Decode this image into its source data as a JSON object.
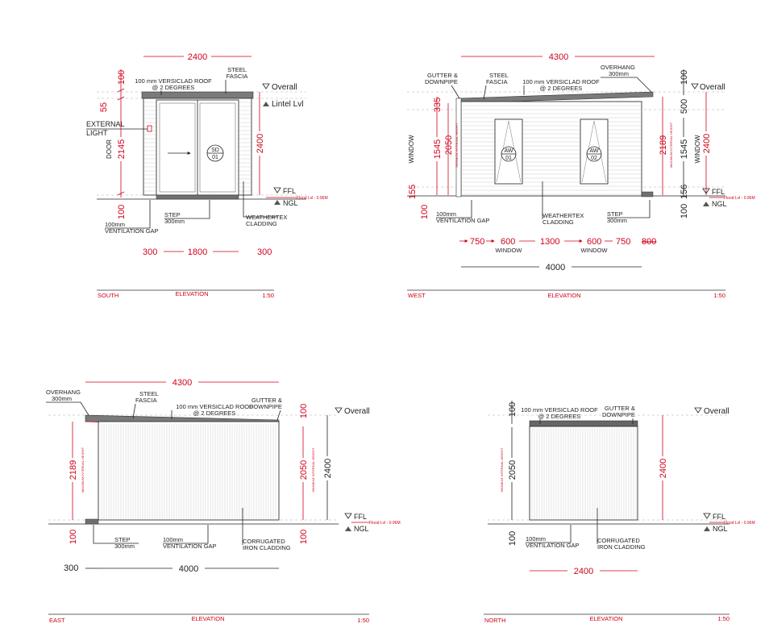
{
  "south": {
    "dim_width": "2400",
    "roof_label_1": "100 mm VERSICLAD ROOF",
    "roof_label_2": "@ 2 DEGREES",
    "steel_1": "STEEL",
    "steel_2": "FASCIA",
    "overall": "Overall",
    "lintel": "Lintel Lvl",
    "ext_light_1": "EXTERNAL",
    "ext_light_2": "LIGHT",
    "door": "DOOR",
    "dim_55": "55",
    "dim_100_top": "100",
    "dim_2145": "2145",
    "dim_2400": "2400",
    "dim_100_bottom": "100",
    "sd_1": "SD",
    "sd_2": "01",
    "ffl": "FFL",
    "ngl": "NGL",
    "flood": "Flood Lvl - 0.96M",
    "vent_1": "100mm",
    "vent_2": "VENTILATION GAP",
    "step_1": "STEP",
    "step_2": "300mm",
    "weather_1": "WEATHERTEX",
    "weather_2": "CLADDING",
    "dim_300_left": "300",
    "dim_1800": "1800",
    "dim_300_right": "300",
    "title_left": "SOUTH",
    "title_mid": "ELEVATION",
    "scale": "1:50"
  },
  "west": {
    "dim_4300": "4300",
    "overhang_1": "OVERHANG",
    "overhang_2": "300mm",
    "gutter_1": "GUTTER &",
    "gutter_2": "DOWNPIPE",
    "steel_1": "STEEL",
    "steel_2": "FASCIA",
    "roof_label_1": "100 mm VERSICLAD ROOF",
    "roof_label_2": "@ 2 DEGREES",
    "overall": "Overall",
    "dim_100": "100",
    "dim_335": "335",
    "dim_500": "500",
    "window_left": "WINDOW",
    "window_right": "WINDOW",
    "dim_1545_left": "1545",
    "dim_1545_right": "1545",
    "dim_155": "155",
    "dim_156": "156",
    "dim_2050": "2050",
    "dim_2189": "2189",
    "dim_2400": "2400",
    "min_height": "MINIMUM INTERNAL HEIGHT",
    "max_height": "MAXIMUM INTERNAL HEIGHT",
    "aw1_1": "AW",
    "aw1_2": "01",
    "aw2_1": "AW",
    "aw2_2": "02",
    "ffl": "FFL",
    "ngl": "NGL",
    "flood": "Flood Lvl - 0.96M",
    "dim_100_bottom_left": "100",
    "dim_100_bottom_right": "100",
    "vent_1": "100mm",
    "vent_2": "VENTILATION GAP",
    "weather_1": "WEATHERTEX",
    "weather_2": "CLADDING",
    "step_1": "STEP",
    "step_2": "300mm",
    "dim_750_a": "750",
    "dim_600_a": "600",
    "dim_1300": "1300",
    "dim_600_b": "600",
    "dim_750_b": "750",
    "dim_800": "800",
    "win_lbl_a": "WINDOW",
    "win_lbl_b": "WINDOW",
    "dim_4000": "4000",
    "title_left": "WEST",
    "title_mid": "ELEVATION",
    "scale": "1:50"
  },
  "east": {
    "dim_4300": "4300",
    "overhang_1": "OVERHANG",
    "overhang_2": "300mm",
    "steel_1": "STEEL",
    "steel_2": "FASCIA",
    "roof_label_1": "100 mm VERSICLAD ROOF",
    "roof_label_2": "@ 2 DEGREES",
    "gutter_1": "GUTTER &",
    "gutter_2": "DOWNPIPE",
    "overall": "Overall",
    "dim_100_top": "100",
    "dim_2189": "2189",
    "dim_2050": "2050",
    "dim_2400": "2400",
    "max_height": "MAXIMUM INTERNAL HEIGHT",
    "min_height": "MINIMUM INTERNAL HEIGHT",
    "ffl": "FFL",
    "ngl": "NGL",
    "flood": "Flood Lvl - 0.96M",
    "dim_100_left": "100",
    "dim_100_right": "100",
    "step_1": "STEP",
    "step_2": "300mm",
    "vent_1": "100mm",
    "vent_2": "VENTILATION GAP",
    "corr_1": "CORRUGATED",
    "corr_2": "IRON CLADDING",
    "dim_300": "300",
    "dim_4000": "4000",
    "title_left": "EAST",
    "title_mid": "ELEVATION",
    "scale": "1:50"
  },
  "north": {
    "roof_label_1": "100 mm VERSICLAD ROOF",
    "roof_label_2": "@ 2 DEGREES",
    "gutter_1": "GUTTER &",
    "gutter_2": "DOWNPIPE",
    "overall": "Overall",
    "dim_100_top": "100",
    "dim_2050": "2050",
    "min_height": "MINIMUM INTERNAL HEIGHT",
    "dim_2400": "2400",
    "ffl": "FFL",
    "ngl": "NGL",
    "flood": "Flood Lvl - 0.96M",
    "dim_100_bottom": "100",
    "vent_1": "100mm",
    "vent_2": "VENTILATION GAP",
    "corr_1": "CORRUGATED",
    "corr_2": "IRON CLADDING",
    "dim_2400_bottom": "2400",
    "title_left": "NORTH",
    "title_mid": "ELEVATION",
    "scale": "1:50"
  }
}
